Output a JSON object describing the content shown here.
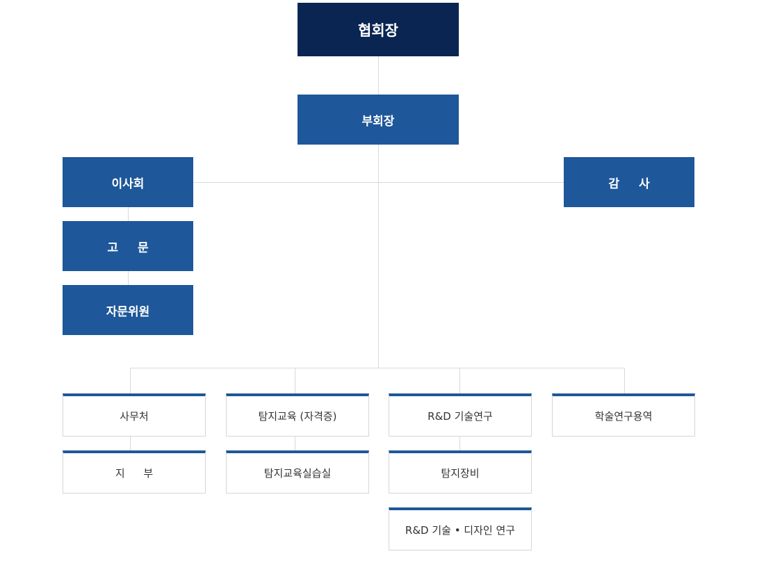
{
  "top": {
    "president": "협회장",
    "vice_president": "부회장"
  },
  "left": {
    "board": "이사회",
    "advisor": "고 문",
    "advisory_committee": "자문위원"
  },
  "right": {
    "auditor": "감 사"
  },
  "departments": [
    {
      "label": "사무처",
      "children": [
        "지 부"
      ]
    },
    {
      "label": "탐지교육 (자격증)",
      "children": [
        "탐지교육실습실"
      ]
    },
    {
      "label": "R&D 기술연구",
      "children": [
        "탐지장비",
        "R&D 기술 • 디자인 연구"
      ]
    },
    {
      "label": "학술연구용역",
      "children": []
    }
  ],
  "colors": {
    "president": "#0a2552",
    "box": "#1e579a",
    "connector": "#d9d9d9"
  }
}
